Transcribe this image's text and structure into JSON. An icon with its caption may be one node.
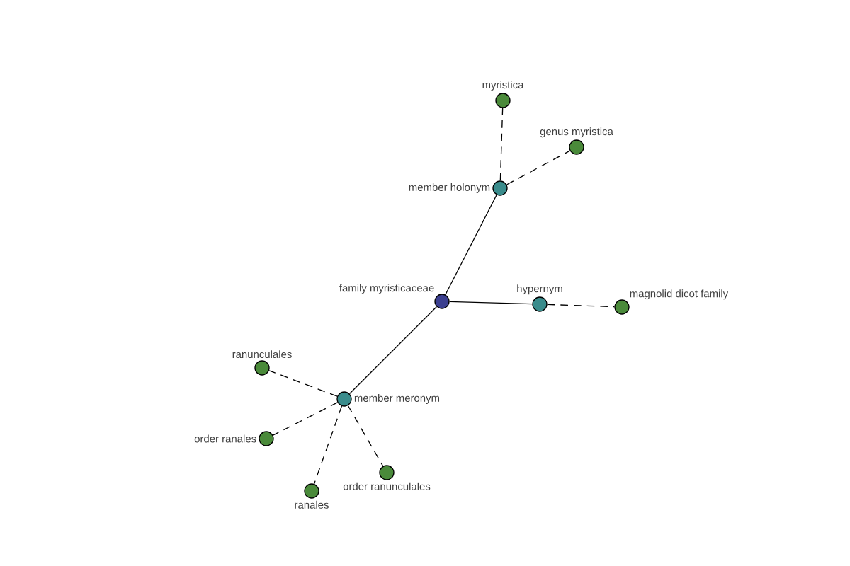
{
  "diagram": {
    "nodes": [
      {
        "text": [
          "family myristicaceae"
        ]
      },
      {
        "text": [
          "member holonym"
        ]
      },
      {
        "text": [
          "myristica"
        ]
      },
      {
        "text": [
          "genus myristica"
        ]
      },
      {
        "text": [
          "hypernym"
        ]
      },
      {
        "text": [
          "magnolid dicot family"
        ]
      },
      {
        "text": [
          "member meronym"
        ]
      },
      {
        "text": [
          "ranunculales"
        ]
      },
      {
        "text": [
          "order ranales"
        ]
      },
      {
        "text": [
          "ranales"
        ]
      },
      {
        "text": [
          "order ranunculales"
        ]
      }
    ],
    "edges": [
      {
        "from": 0,
        "to": 1,
        "arrow": "none"
      },
      {
        "from": 0,
        "to": 4,
        "arrow": "none"
      },
      {
        "from": 0,
        "to": 6,
        "arrow": "none"
      },
      {
        "from": 1,
        "to": 2,
        "arrow": "none",
        "style": "dashed"
      },
      {
        "from": 1,
        "to": 3,
        "arrow": "none",
        "style": "dashed"
      },
      {
        "from": 4,
        "to": 5,
        "arrow": "none",
        "style": "dashed"
      },
      {
        "from": 6,
        "to": 7,
        "arrow": "none",
        "style": "dashed"
      },
      {
        "from": 6,
        "to": 8,
        "arrow": "none",
        "style": "dashed"
      },
      {
        "from": 6,
        "to": 9,
        "arrow": "none",
        "style": "dashed"
      },
      {
        "from": 6,
        "to": 10,
        "arrow": "none",
        "style": "dashed"
      }
    ]
  }
}
